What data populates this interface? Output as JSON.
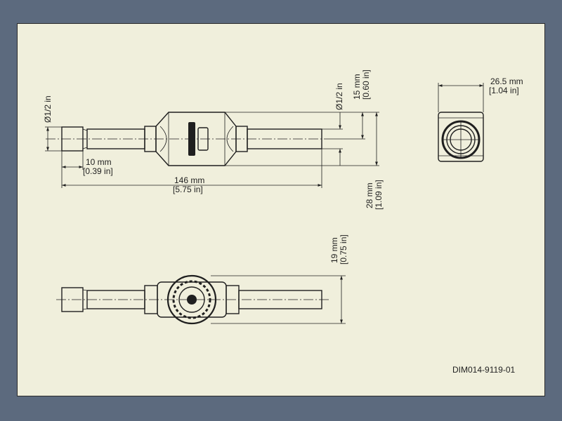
{
  "drawing_id": "DIM014-9119-01",
  "colors": {
    "background": "#5c6a7e",
    "sheet": "#f0efdc",
    "ink": "#1f1f1f"
  },
  "side_view": {
    "diameter_left": "Ø1/2 in",
    "diameter_right": "Ø1/2 in",
    "stub_length_mm": "10 mm",
    "stub_length_in": "[0.39 in]",
    "overall_length_mm": "146 mm",
    "overall_length_in": "[5.75 in]",
    "body_offset_mm": "15 mm",
    "body_offset_in": "[0.60 in]",
    "height_mm": "28 mm",
    "height_in": "[1.09 in]"
  },
  "end_view": {
    "width_mm": "26.5 mm",
    "width_in": "[1.04 in]"
  },
  "top_view": {
    "height_mm": "19 mm",
    "height_in": "[0.75 in]"
  }
}
